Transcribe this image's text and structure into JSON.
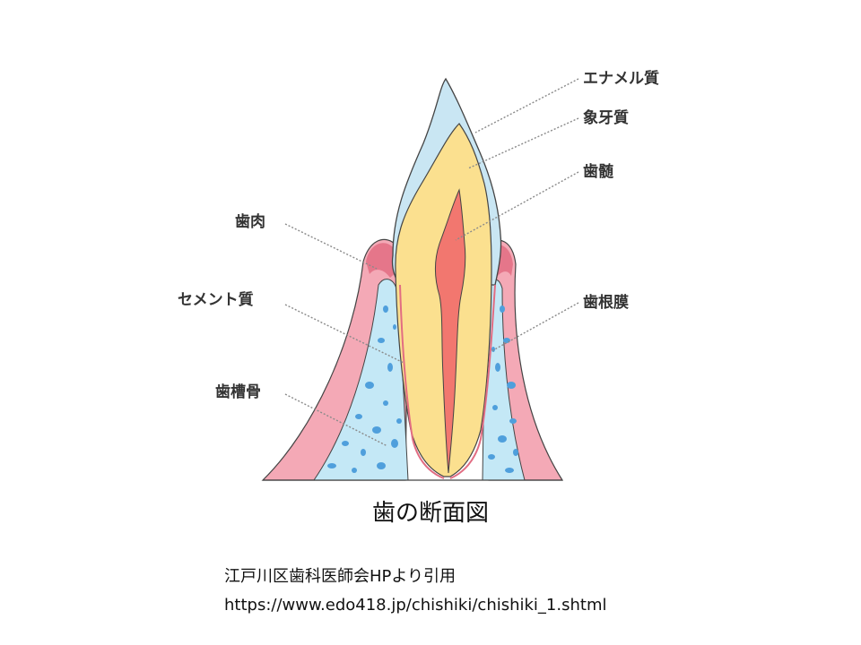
{
  "diagram": {
    "labels": {
      "enamel": "エナメル質",
      "dentin": "象牙質",
      "pulp": "歯髄",
      "gum": "歯肉",
      "cementum": "セメント質",
      "periodontal_ligament": "歯根膜",
      "alveolar_bone": "歯槽骨"
    },
    "colors": {
      "enamel": "#c9e6f3",
      "dentin": "#fbe08f",
      "pulp": "#f2776f",
      "gum": "#f4a9b6",
      "gum_edge": "#e26d82",
      "bone": "#c4e8f6",
      "bone_pore": "#4f9fdc",
      "outline": "#444444"
    }
  },
  "caption": "歯の断面図",
  "credit": {
    "line1": "江戸川区歯科医師会HPより引用",
    "line2": "https://www.edo418.jp/chishiki/chishiki_1.shtml"
  }
}
